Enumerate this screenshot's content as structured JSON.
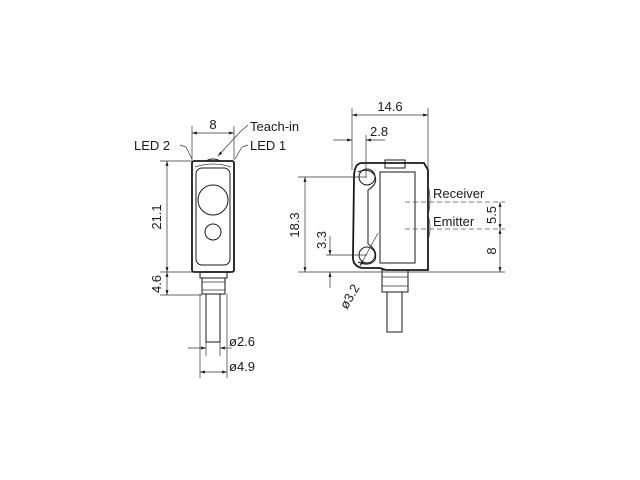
{
  "labels": {
    "teach_in": "Teach-in",
    "led1": "LED 1",
    "led2": "LED 2",
    "receiver": "Receiver",
    "emitter": "Emitter"
  },
  "dimensions": {
    "front_width": "8",
    "front_height": "21.1",
    "connector_length": "4.6",
    "cable_diameter": "ø2.6",
    "connector_diameter": "ø4.9",
    "side_width": "14.6",
    "hole_offset_x": "2.8",
    "hole_spacing": "18.3",
    "hole_offset_y": "3.3",
    "hole_diameter": "ø3.2",
    "receiver_emitter_spacing": "5.5",
    "emitter_height": "8"
  }
}
